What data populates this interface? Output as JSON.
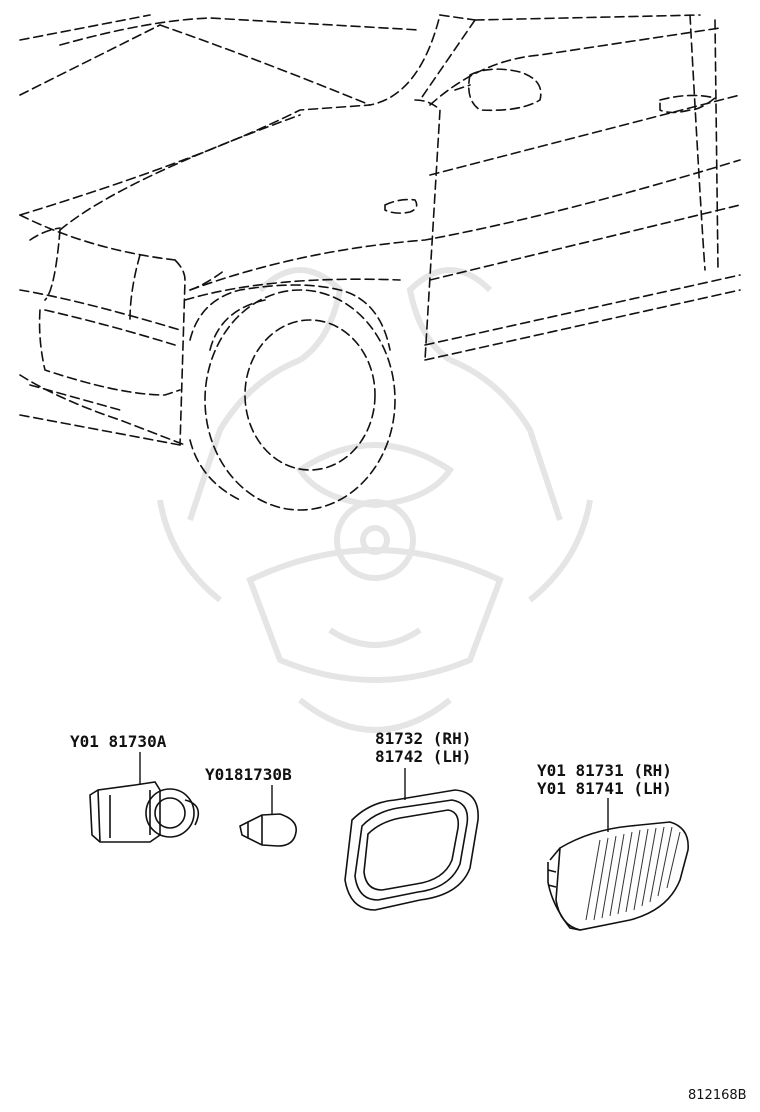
{
  "diagram_id": "812168B",
  "callouts": {
    "socket": "Y01 81730A",
    "bulb": "Y0181730B",
    "gasket_rh": "81732 (RH)",
    "gasket_lh": "81742 (LH)",
    "lamp_rh": "Y01 81731 (RH)",
    "lamp_lh": "Y01 81741 (LH)"
  },
  "colors": {
    "line": "#111111",
    "watermark": "#e6e6e6"
  }
}
